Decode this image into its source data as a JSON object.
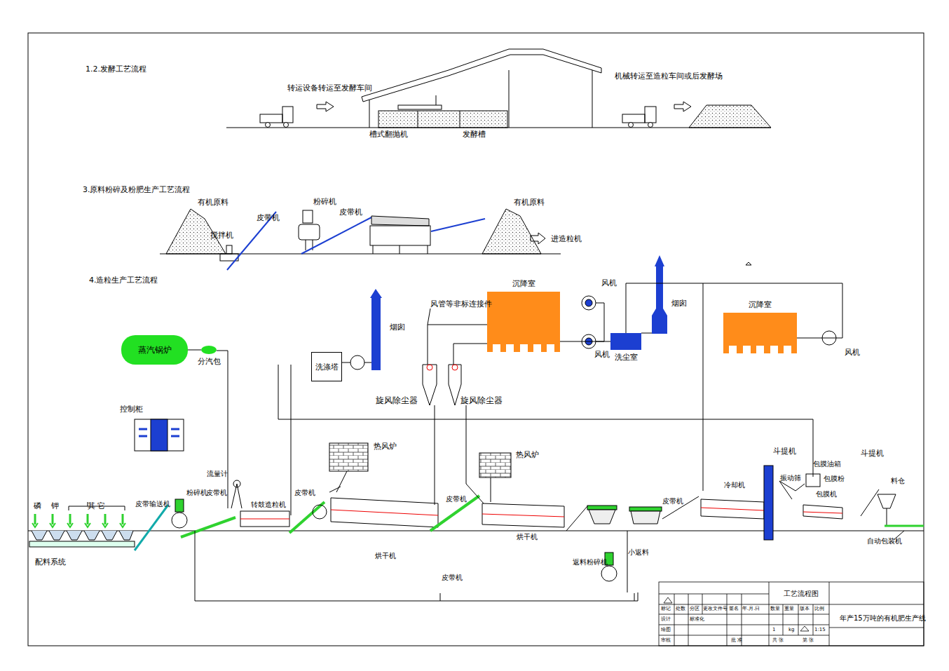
{
  "diagram": {
    "nodes": [
      {
        "text": [
          "蒸汽锅炉"
        ]
      },
      {
        "text": [
          "分汽包"
        ]
      },
      {
        "text": [
          "洗涤塔"
        ]
      },
      {
        "text": [
          "沉降室"
        ]
      },
      {
        "text": [
          "洗尘室"
        ]
      },
      {
        "text": [
          "沉降室"
        ]
      }
    ],
    "edges": [
      {
        "from": 0,
        "to": 1,
        "arrow": "none"
      },
      {
        "from": 3,
        "to": 4,
        "arrow": "none"
      },
      {
        "from": 4,
        "to": 5,
        "arrow": "none"
      }
    ],
    "labels": [
      "1.2.发酵工艺流程",
      "转运设备转运至发酵车间",
      "槽式翻抛机",
      "发酵槽",
      "机械转运至造粒车间或后发酵场",
      "3.原料粉碎及粉肥生产工艺流程",
      "有机原料",
      "搅拌机",
      "皮带机",
      "粉碎机",
      "皮带机",
      "有机原料",
      "进造粒机",
      "4.造粒生产工艺流程",
      "风管等非标连接件",
      "烟囱",
      "旋风除尘器",
      "旋风除尘器",
      "风机",
      "风机",
      "烟囱",
      "风机",
      "控制柜",
      "热风炉",
      "热风炉",
      "斗提机",
      "斗提机",
      "包膜油箱",
      "包膜粉",
      "振动筛",
      "包膜机",
      "料仓",
      "冷却机",
      "皮带机",
      "自动包装机",
      "磷",
      "钾",
      "其 它",
      "配料系统",
      "皮带输送机",
      "粉碎机",
      "流量计",
      "皮带机",
      "转鼓造粒机",
      "皮带机",
      "烘干机",
      "皮带机",
      "烘干机",
      "返料粉碎机",
      "小返料",
      "皮带机",
      "工艺流程图",
      "标记",
      "处数",
      "分区",
      "更改文件号",
      "签名",
      "年.月.日",
      "设计",
      "标准化",
      "绘图",
      "审核",
      "批 准",
      "数量",
      "重量",
      "版本",
      "比例",
      "1",
      "kg",
      "1:15",
      "共 张",
      "第 张",
      "年产15万吨的有机肥生产线"
    ]
  }
}
